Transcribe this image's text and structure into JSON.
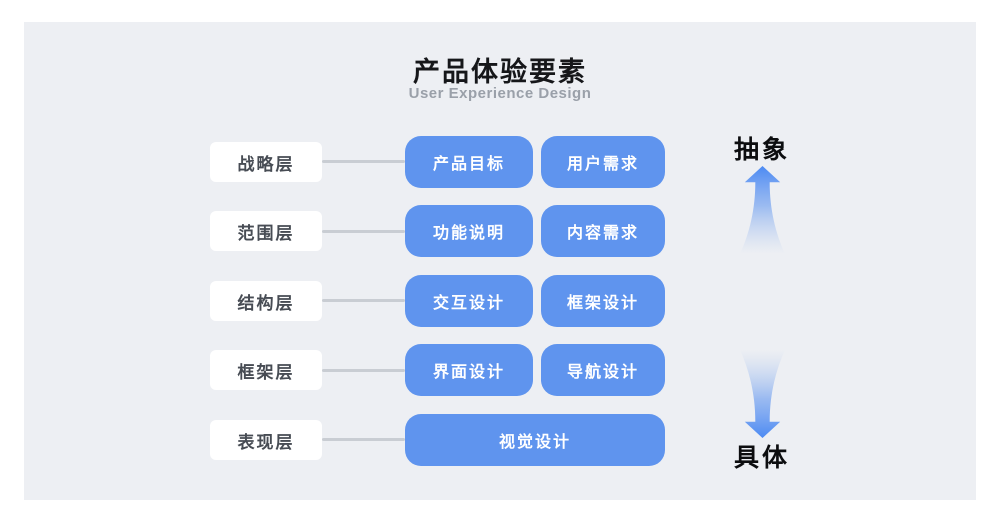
{
  "header": {
    "title": "产品体验要素",
    "subtitle": "User Experience Design"
  },
  "rows": [
    {
      "label": "战略层",
      "items": [
        "产品目标",
        "用户需求"
      ]
    },
    {
      "label": "范围层",
      "items": [
        "功能说明",
        "内容需求"
      ]
    },
    {
      "label": "结构层",
      "items": [
        "交互设计",
        "框架设计"
      ]
    },
    {
      "label": "框架层",
      "items": [
        "界面设计",
        "导航设计"
      ]
    },
    {
      "label": "表现层",
      "items": [
        "视觉设计"
      ]
    }
  ],
  "axis": {
    "top_label": "抽象",
    "bottom_label": "具体"
  },
  "colors": {
    "panel_background": "#EDEFF3",
    "pill_blue": "#5F94EE",
    "connector_gray": "#C9CDD3",
    "label_text": "#474C54",
    "subtitle_gray": "#9AA0A9",
    "arrow_blue": "#4C8AF3"
  }
}
